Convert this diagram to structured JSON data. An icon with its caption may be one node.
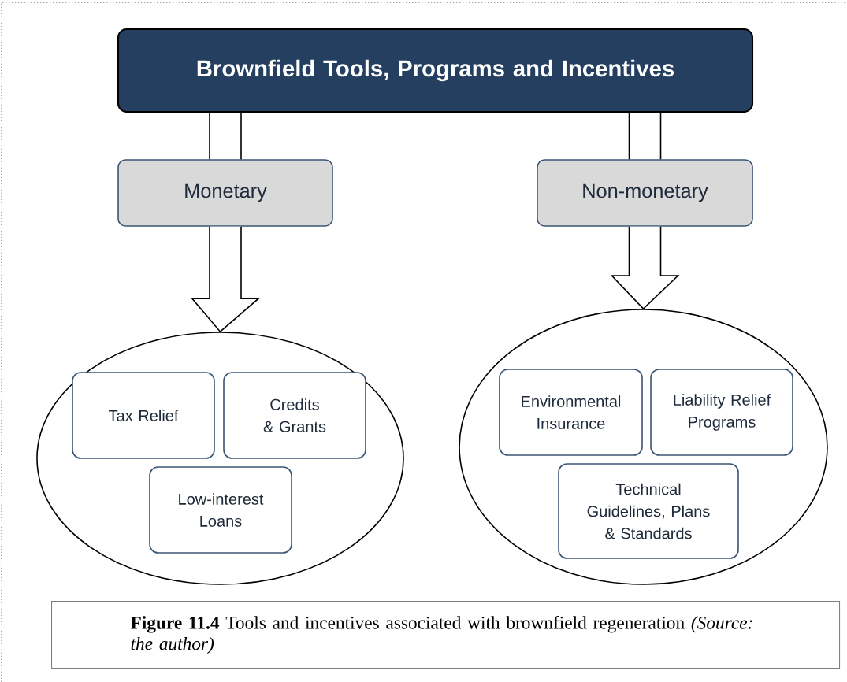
{
  "diagram": {
    "nodes": [
      {
        "text": [
          "Brownfield Tools, Programs and Incentives"
        ]
      },
      {
        "text": [
          "Monetary"
        ]
      },
      {
        "text": [
          "Non-monetary"
        ]
      },
      {
        "text": [],
        "shape": "ellipse"
      },
      {
        "text": [],
        "shape": "ellipse"
      },
      {
        "text": [
          "Tax Relief"
        ],
        "in": 3
      },
      {
        "text": [
          "Credits & Grants"
        ],
        "in": 3
      },
      {
        "text": [
          "Low-interest Loans"
        ],
        "in": 3
      },
      {
        "text": [
          "Environmental Insurance"
        ],
        "in": 4
      },
      {
        "text": [
          "Liability Relief Programs"
        ],
        "in": 4
      },
      {
        "text": [
          "Technical Guidelines, Plans & Standards"
        ],
        "in": 4
      }
    ],
    "edges": [
      {
        "from": 0,
        "to": 1,
        "arrow": "none"
      },
      {
        "from": 1,
        "to": 3,
        "arrow": "to"
      },
      {
        "from": 0,
        "to": 2,
        "arrow": "none"
      },
      {
        "from": 2,
        "to": 4,
        "arrow": "to"
      }
    ],
    "caption": "**Figure 11.4** Tools and incentives associated with brownfield regeneration *(Source: the author)*"
  }
}
